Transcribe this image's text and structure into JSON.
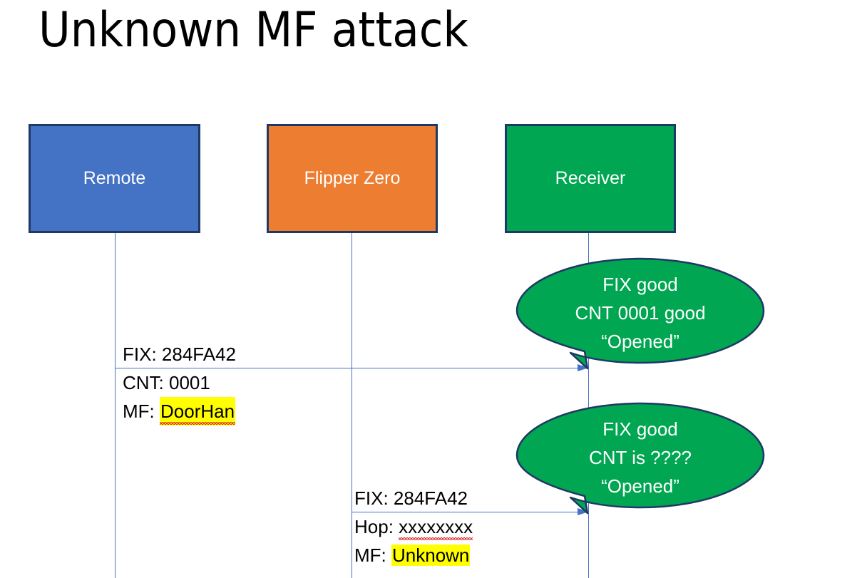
{
  "slide": {
    "title": "Unknown MF attack",
    "background": "#FFFFFF"
  },
  "colors": {
    "remote_fill": "#4472C4",
    "flipper_fill": "#ED7D31",
    "receiver_fill": "#00A651",
    "box_border": "#1F3864",
    "lifeline": "#4472C4",
    "arrow": "#4472C4",
    "highlight": "#FFFF00",
    "callout_fill": "#00A651",
    "callout_border": "#1F3864",
    "callout_text": "#FFFFFF",
    "spellcheck_underline": "#E03030"
  },
  "actors": [
    {
      "id": "remote",
      "label": "Remote"
    },
    {
      "id": "flipper",
      "label": "Flipper Zero"
    },
    {
      "id": "receiver",
      "label": "Receiver"
    }
  ],
  "messages": [
    {
      "id": "msg-1",
      "from": "remote",
      "to": "receiver",
      "lines": [
        {
          "label": "FIX: ",
          "value": "284FA42",
          "highlight": false,
          "spellcheck_error": false
        },
        {
          "label": "CNT: ",
          "value": "0001",
          "highlight": false,
          "spellcheck_error": false
        },
        {
          "label": "MF: ",
          "value": "DoorHan",
          "highlight": true,
          "spellcheck_error": true
        }
      ]
    },
    {
      "id": "msg-2",
      "from": "flipper",
      "to": "receiver",
      "lines": [
        {
          "label": "FIX: ",
          "value": "284FA42",
          "highlight": false,
          "spellcheck_error": false
        },
        {
          "label": "Hop: ",
          "value": "xxxxxxxx",
          "highlight": false,
          "spellcheck_error": true
        },
        {
          "label": "MF: ",
          "value": "Unknown",
          "highlight": true,
          "spellcheck_error": false
        }
      ]
    }
  ],
  "callouts": [
    {
      "id": "callout-1",
      "owner": "receiver",
      "lines": [
        "FIX good",
        "CNT 0001 good",
        "“Opened”"
      ]
    },
    {
      "id": "callout-2",
      "owner": "receiver",
      "lines": [
        "FIX good",
        "CNT is ????",
        "“Opened”"
      ]
    }
  ]
}
